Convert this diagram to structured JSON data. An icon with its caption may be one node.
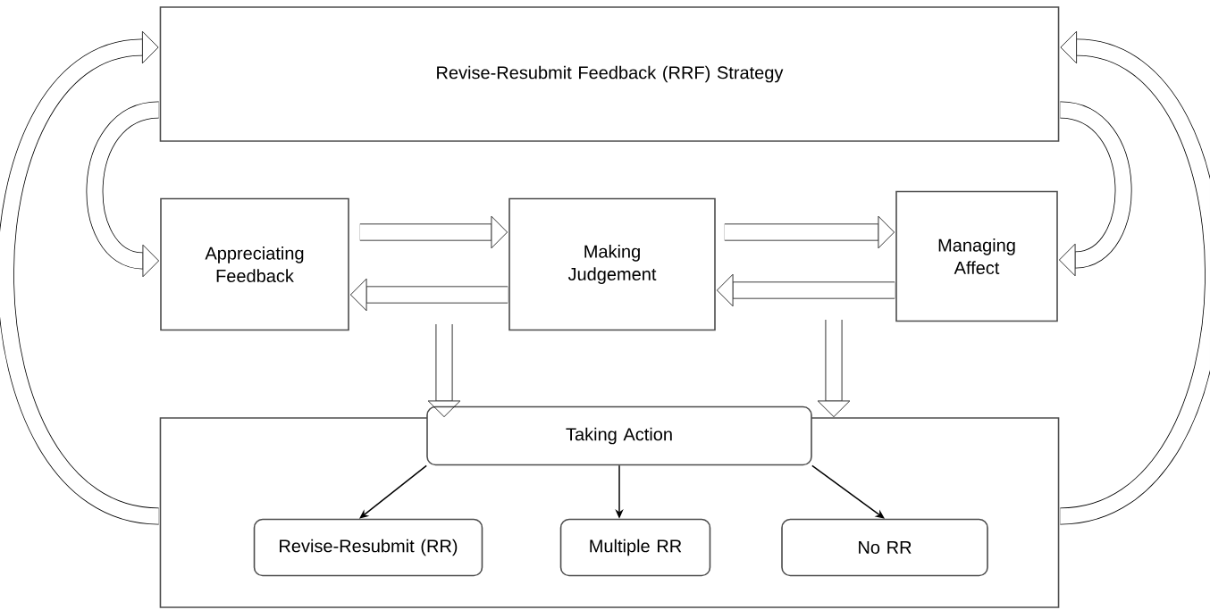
{
  "diagram": {
    "nodes": [
      {
        "text": [
          "Revise-Resubmit Feedback (RRF) Strategy"
        ]
      },
      {
        "text": [
          "Appreciating Feedback"
        ]
      },
      {
        "text": [
          "Making Judgement"
        ]
      },
      {
        "text": [
          "Managing Affect"
        ]
      },
      {
        "text": [],
        "shape": "box"
      },
      {
        "text": [
          "Taking Action"
        ],
        "in": 4
      },
      {
        "text": [
          "Revise-Resubmit (RR)"
        ],
        "in": 4
      },
      {
        "text": [
          "Multiple RR"
        ],
        "in": 4
      },
      {
        "text": [
          "No RR"
        ],
        "in": 4
      }
    ],
    "edges": [
      {
        "from": 1,
        "to": 2,
        "arrow": "to"
      },
      {
        "from": 2,
        "to": 1,
        "arrow": "to"
      },
      {
        "from": 2,
        "to": 3,
        "arrow": "to"
      },
      {
        "from": 3,
        "to": 2,
        "arrow": "to"
      },
      {
        "from": null,
        "to": 4,
        "arrow": "to"
      },
      {
        "from": null,
        "to": 4,
        "arrow": "to"
      },
      {
        "from": 4,
        "to": 0,
        "arrow": "to"
      },
      {
        "from": 0,
        "to": 1,
        "arrow": "to"
      },
      {
        "from": 4,
        "to": 0,
        "arrow": "to"
      },
      {
        "from": 0,
        "to": 3,
        "arrow": "to"
      },
      {
        "from": 5,
        "to": 6,
        "arrow": "to"
      },
      {
        "from": 5,
        "to": 7,
        "arrow": "to"
      },
      {
        "from": 5,
        "to": 8,
        "arrow": "to"
      }
    ]
  }
}
